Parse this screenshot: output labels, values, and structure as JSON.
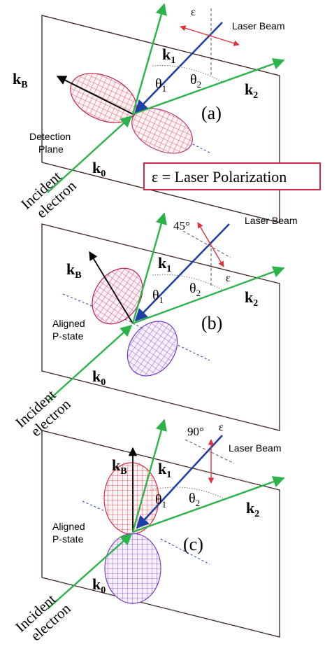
{
  "panels": [
    {
      "id": "a",
      "panel_label": "(a)",
      "k0": "k",
      "k0_sub": "0",
      "k1": "k",
      "k1_sub": "1",
      "k2": "k",
      "k2_sub": "2",
      "kB": "k",
      "kB_sub": "B",
      "theta1": "θ",
      "theta1_sub": "1",
      "theta2": "θ",
      "theta2_sub": "2",
      "epsilon": "ε",
      "laser_beam": "Laser Beam",
      "plane_label_line1": "Detection",
      "plane_label_line2": "Plane",
      "incident_line1": "Incident",
      "incident_line2": "electron",
      "angle": ""
    },
    {
      "id": "b",
      "panel_label": "(b)",
      "k0": "k",
      "k0_sub": "0",
      "k1": "k",
      "k1_sub": "1",
      "k2": "k",
      "k2_sub": "2",
      "kB": "k",
      "kB_sub": "B",
      "theta1": "θ",
      "theta1_sub": "1",
      "theta2": "θ",
      "theta2_sub": "2",
      "epsilon": "ε",
      "laser_beam": "Laser Beam",
      "plane_label_line1": "Aligned",
      "plane_label_line2": "P-state",
      "incident_line1": "Incident",
      "incident_line2": "electron",
      "angle": "45°"
    },
    {
      "id": "c",
      "panel_label": "(c)",
      "k0": "k",
      "k0_sub": "0",
      "k1": "k",
      "k1_sub": "1",
      "k2": "k",
      "k2_sub": "2",
      "kB": "k",
      "kB_sub": "B",
      "theta1": "θ",
      "theta1_sub": "1",
      "theta2": "θ",
      "theta2_sub": "2",
      "epsilon": "ε",
      "laser_beam": "Laser Beam",
      "plane_label_line1": "Aligned",
      "plane_label_line2": "P-state",
      "incident_line1": "Incident",
      "incident_line2": "electron",
      "angle": "90°"
    }
  ],
  "legend_box": "ε = Laser Polarization",
  "colors": {
    "electron_beam": "#2bb34a",
    "laser_beam": "#1f3fa8",
    "polarization": "#e0303a",
    "lobe_red": "#e8283a",
    "lobe_purple": "#7a3cc8",
    "lobe_magenta": "#d0206a",
    "legend_border": "#d42a4a"
  }
}
